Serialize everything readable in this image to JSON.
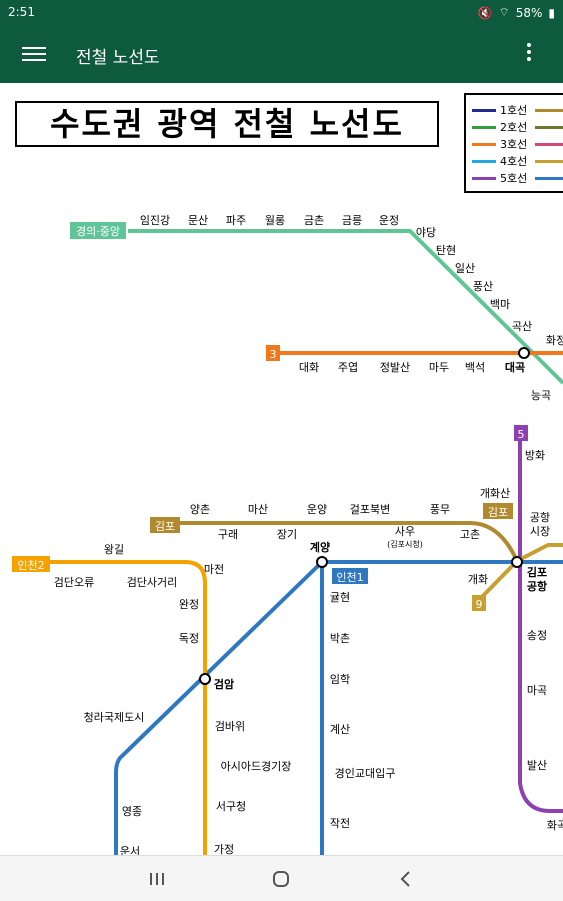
{
  "status": {
    "time": "2:51",
    "battery": "58%"
  },
  "appbar": {
    "title": "전철 노선도"
  },
  "map": {
    "title": "수도권 광역 전철 노선도",
    "legend": [
      {
        "label": "1호선",
        "color": "#1f2b8f"
      },
      {
        "label": "2호선",
        "color": "#33a23d"
      },
      {
        "label": "3호선",
        "color": "#f07a1b"
      },
      {
        "label": "4호선",
        "color": "#23a7e0"
      },
      {
        "label": "5호선",
        "color": "#8e3fb0"
      }
    ],
    "legend_right_colors": [
      "#b08a2e",
      "#6b7a2a",
      "#d14a7a",
      "#c8a030",
      "#2e77c1"
    ],
    "lines": {
      "gyeongui": {
        "badge": "경의·중앙",
        "color": "#5fc596"
      },
      "line3": {
        "badge": "3",
        "color": "#f07a1b"
      },
      "line5": {
        "badge": "5",
        "color": "#8e3fb0"
      },
      "gimpo": {
        "badge": "김포",
        "color": "#b08a2e"
      },
      "incheon2": {
        "badge": "인천2",
        "color": "#f5a200"
      },
      "incheon1": {
        "badge": "인천1",
        "color": "#2e77c1"
      },
      "line9": {
        "badge": "9",
        "color": "#c8a030"
      },
      "airport": {
        "color": "#2e77c1"
      }
    },
    "stations": {
      "gyeongui": [
        "임진강",
        "문산",
        "파주",
        "월롱",
        "금촌",
        "금릉",
        "운정",
        "야당",
        "탄현",
        "일산",
        "풍산",
        "백마",
        "곡산",
        "대곡",
        "화정",
        "능곡"
      ],
      "line3": [
        "대화",
        "주엽",
        "정발산",
        "마두",
        "백석"
      ],
      "line5": [
        "방화",
        "마곡",
        "송정",
        "발산",
        "화곡"
      ],
      "gimpo_top": [
        "양촌",
        "마산",
        "운양",
        "걸포북변",
        "풍무"
      ],
      "gimpo_bottom": [
        "구래",
        "장기",
        "사우",
        "고촌"
      ],
      "sawoo_sub": "(김포시청)",
      "line9": [
        "개화"
      ],
      "gaehwasan": "개화산",
      "gimpo_airport": [
        "김포",
        "공항"
      ],
      "gonghang": [
        "공항",
        "시장"
      ],
      "incheon2": [
        "왕길",
        "검단오류",
        "검단사거리",
        "마전",
        "완정",
        "독정",
        "검암",
        "검바위",
        "아시아드경기장",
        "서구청",
        "가정"
      ],
      "incheon1": [
        "계양",
        "귤현",
        "박촌",
        "임학",
        "계산",
        "경인교대입구",
        "작전"
      ],
      "airport_line": [
        "청라국제도시",
        "영종",
        "운서"
      ]
    }
  }
}
